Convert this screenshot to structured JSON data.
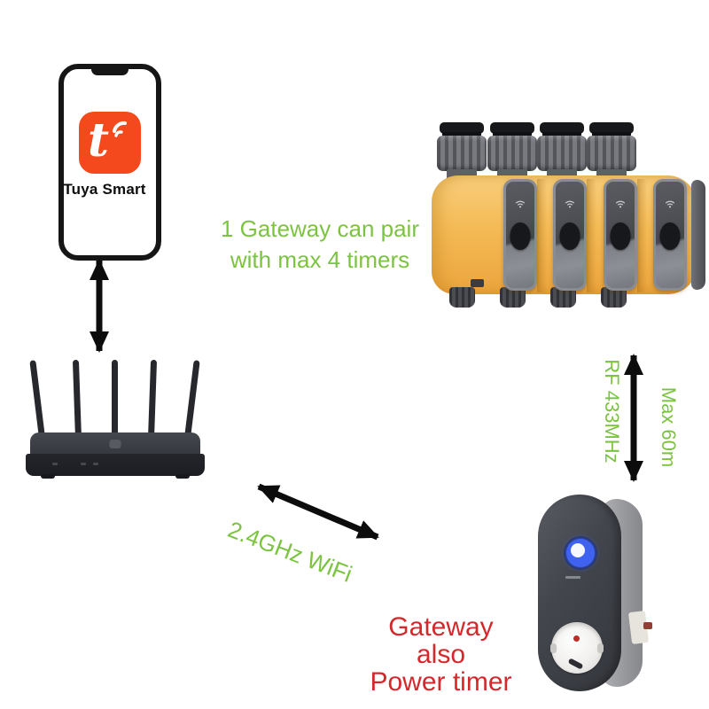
{
  "scene": {
    "background": "#ffffff",
    "green_accent": "#7cc342",
    "red_accent": "#d5282c",
    "arrow_color": "#0c0c0c",
    "tuya_orange": "#f4491c",
    "timer_yellow": "#f3b855",
    "timer_count": 4
  },
  "phone": {
    "app_label": "Tuya Smart",
    "logo_letter": "t"
  },
  "annotations": {
    "pair_line1": "1 Gateway can pair",
    "pair_line2": "with max 4 timers",
    "rf": "RF 433MHz",
    "range": "Max 60m",
    "wifi": "2.4GHz WiFi",
    "gateway_line1": "Gateway",
    "gateway_line2": "also",
    "gateway_line3": "Power timer"
  }
}
